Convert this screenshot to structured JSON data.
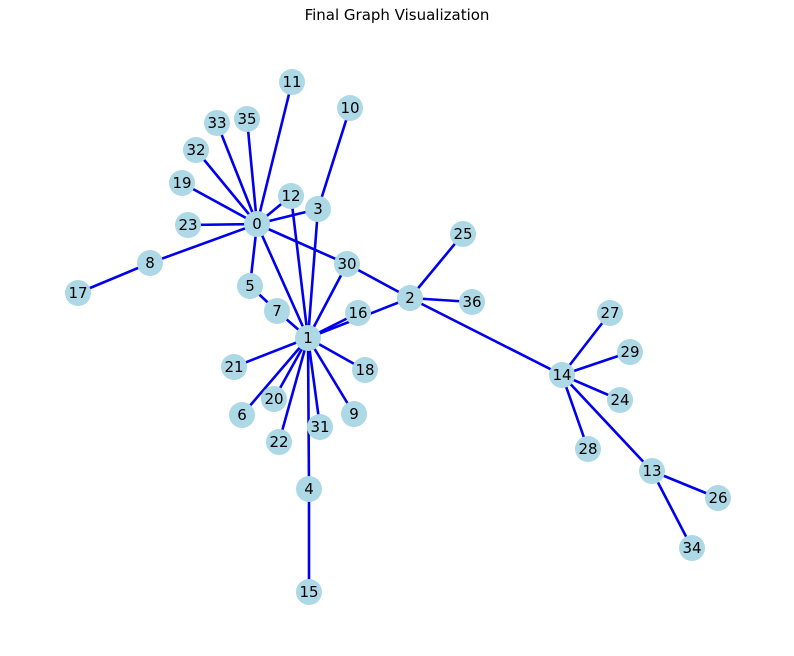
{
  "title": "Final Graph Visualization",
  "colors": {
    "edge": "#0000ee",
    "node": "#add8e6",
    "label": "#000000",
    "background": "#ffffff"
  },
  "graph": {
    "nodes": [
      "0",
      "1",
      "2",
      "3",
      "4",
      "5",
      "6",
      "7",
      "8",
      "9",
      "10",
      "11",
      "12",
      "13",
      "14",
      "15",
      "16",
      "17",
      "18",
      "19",
      "20",
      "21",
      "22",
      "23",
      "24",
      "25",
      "26",
      "27",
      "28",
      "29",
      "30",
      "31",
      "32",
      "33",
      "34",
      "35",
      "36"
    ],
    "edges": [
      [
        "0",
        "11"
      ],
      [
        "0",
        "12"
      ],
      [
        "0",
        "3"
      ],
      [
        "0",
        "33"
      ],
      [
        "0",
        "35"
      ],
      [
        "0",
        "32"
      ],
      [
        "0",
        "19"
      ],
      [
        "0",
        "23"
      ],
      [
        "0",
        "8"
      ],
      [
        "0",
        "5"
      ],
      [
        "0",
        "1"
      ],
      [
        "0",
        "30"
      ],
      [
        "8",
        "17"
      ],
      [
        "3",
        "10"
      ],
      [
        "3",
        "1"
      ],
      [
        "12",
        "1"
      ],
      [
        "5",
        "7"
      ],
      [
        "7",
        "1"
      ],
      [
        "30",
        "1"
      ],
      [
        "30",
        "2"
      ],
      [
        "1",
        "16"
      ],
      [
        "1",
        "2"
      ],
      [
        "1",
        "21"
      ],
      [
        "1",
        "18"
      ],
      [
        "1",
        "6"
      ],
      [
        "1",
        "20"
      ],
      [
        "1",
        "22"
      ],
      [
        "1",
        "31"
      ],
      [
        "1",
        "9"
      ],
      [
        "1",
        "4"
      ],
      [
        "4",
        "15"
      ],
      [
        "2",
        "25"
      ],
      [
        "2",
        "36"
      ],
      [
        "2",
        "14"
      ],
      [
        "14",
        "27"
      ],
      [
        "14",
        "29"
      ],
      [
        "14",
        "24"
      ],
      [
        "14",
        "28"
      ],
      [
        "14",
        "13"
      ],
      [
        "13",
        "26"
      ],
      [
        "13",
        "34"
      ]
    ]
  }
}
